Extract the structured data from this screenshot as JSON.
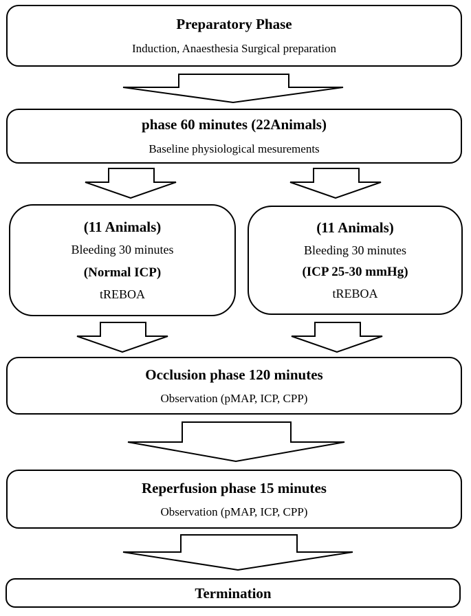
{
  "figure": {
    "type": "flowchart",
    "colors": {
      "border": "#000000",
      "background": "#ffffff",
      "text": "#000000"
    },
    "boxes": [
      {
        "id": "preparatory",
        "title": "Preparatory Phase",
        "subtitle": "Induction, Anaesthesia Surgical preparation"
      },
      {
        "id": "baseline",
        "title": "phase 60 minutes (22Animals)",
        "subtitle": "Baseline physiological mesurements"
      },
      {
        "id": "normal-icp",
        "title": "(11 Animals)",
        "lines": [
          "Bleeding 30 minutes",
          "(Normal ICP)",
          "tREBOA"
        ]
      },
      {
        "id": "raised-icp",
        "title": "(11 Animals)",
        "lines": [
          "Bleeding 30 minutes",
          "(ICP 25-30 mmHg)",
          "tREBOA"
        ]
      },
      {
        "id": "occlusion",
        "title": "Occlusion phase 120 minutes",
        "subtitle": "Observation (pMAP, ICP, CPP)"
      },
      {
        "id": "reperfusion",
        "title": "Reperfusion phase 15 minutes",
        "subtitle": "Observation (pMAP, ICP, CPP)"
      },
      {
        "id": "termination",
        "title": "Termination"
      }
    ]
  }
}
